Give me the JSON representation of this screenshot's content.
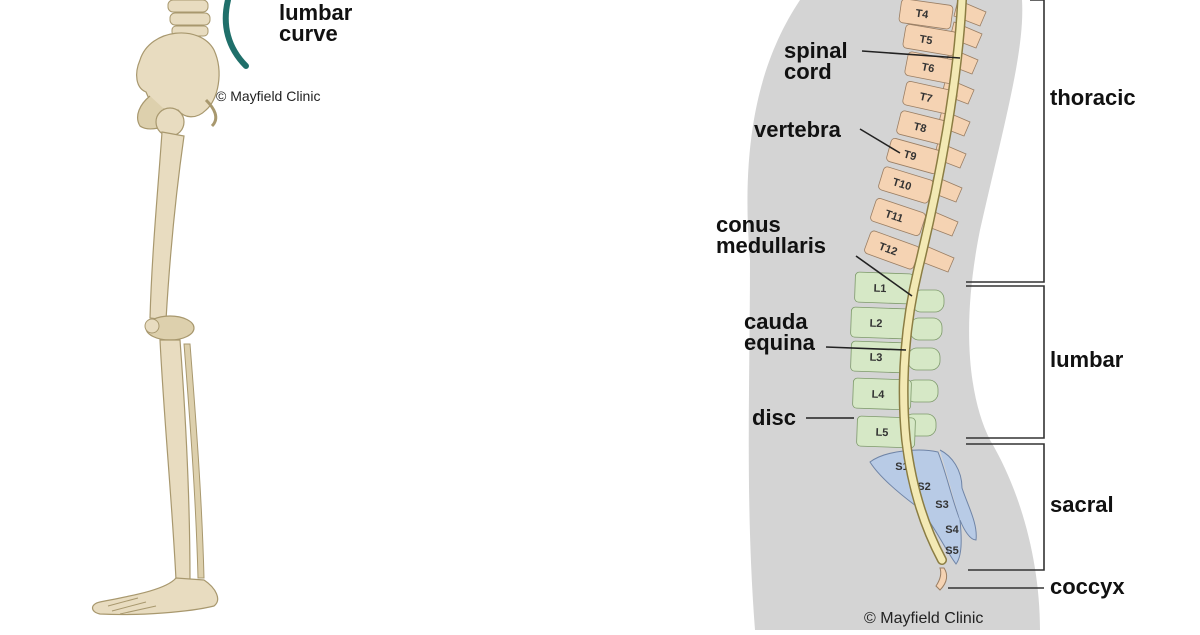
{
  "left_figure": {
    "label_lumbar_curve": [
      "lumbar",
      "curve"
    ],
    "copyright": "© Mayfield Clinic",
    "colors": {
      "bone": "#e8dcc0",
      "bone_shadow": "#c9b98f",
      "curve_accent": "#1f6f6a"
    }
  },
  "right_figure": {
    "vertebrae": {
      "thoracic": [
        "T4",
        "T5",
        "T6",
        "T7",
        "T8",
        "T9",
        "T10",
        "T11",
        "T12"
      ],
      "lumbar": [
        "L1",
        "L2",
        "L3",
        "L4",
        "L5"
      ],
      "sacral": [
        "S1",
        "S2",
        "S3",
        "S4",
        "S5"
      ]
    },
    "pointer_labels": {
      "spinal_cord": [
        "spinal",
        "cord"
      ],
      "vertebra": [
        "vertebra"
      ],
      "conus_medullaris": [
        "conus",
        "medullaris"
      ],
      "cauda_equina": [
        "cauda",
        "equina"
      ],
      "disc": [
        "disc"
      ]
    },
    "region_labels": {
      "thoracic": "thoracic",
      "lumbar": "lumbar",
      "sacral": "sacral",
      "coccyx": "coccyx"
    },
    "copyright": "© Mayfield Clinic",
    "colors": {
      "body_silhouette": "#d4d4d4",
      "thoracic": "#f5d3b3",
      "lumbar": "#d6e8c6",
      "sacral": "#b8cbe6",
      "cord": "#f3e9b4",
      "disc": "#ffffff",
      "outline": "#333333"
    }
  }
}
